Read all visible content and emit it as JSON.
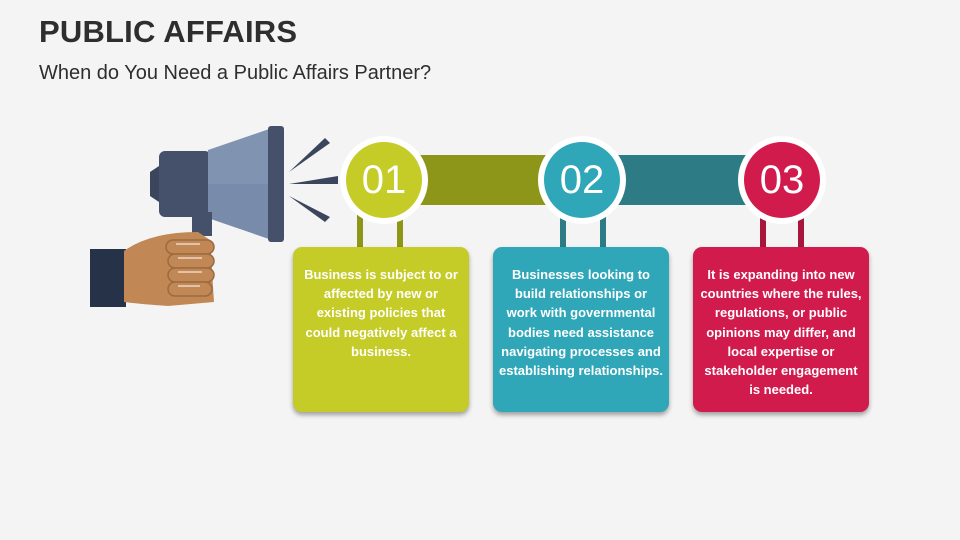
{
  "title": "PUBLIC AFFAIRS",
  "subtitle": "When do You Need a Public Affairs Partner?",
  "colors": {
    "green": "#c5cb27",
    "green_dark": "#8d9619",
    "teal": "#2fa7b8",
    "teal_dark": "#2c7b85",
    "red": "#d11b4d",
    "megaphone": "#45506a",
    "megaphone_light": "#8094b2",
    "hand": "#c18855",
    "sleeve": "#263248"
  },
  "steps": [
    {
      "number": "01",
      "text": "Business is subject to or affected by new or existing policies that could negatively affect a business."
    },
    {
      "number": "02",
      "text": "Businesses looking to build relationships or work with governmental bodies need assistance navigating processes and establishing relationships."
    },
    {
      "number": "03",
      "text": "It is expanding into new countries where the rules, regulations, or public opinions may differ, and local expertise or stakeholder engagement is needed."
    }
  ]
}
